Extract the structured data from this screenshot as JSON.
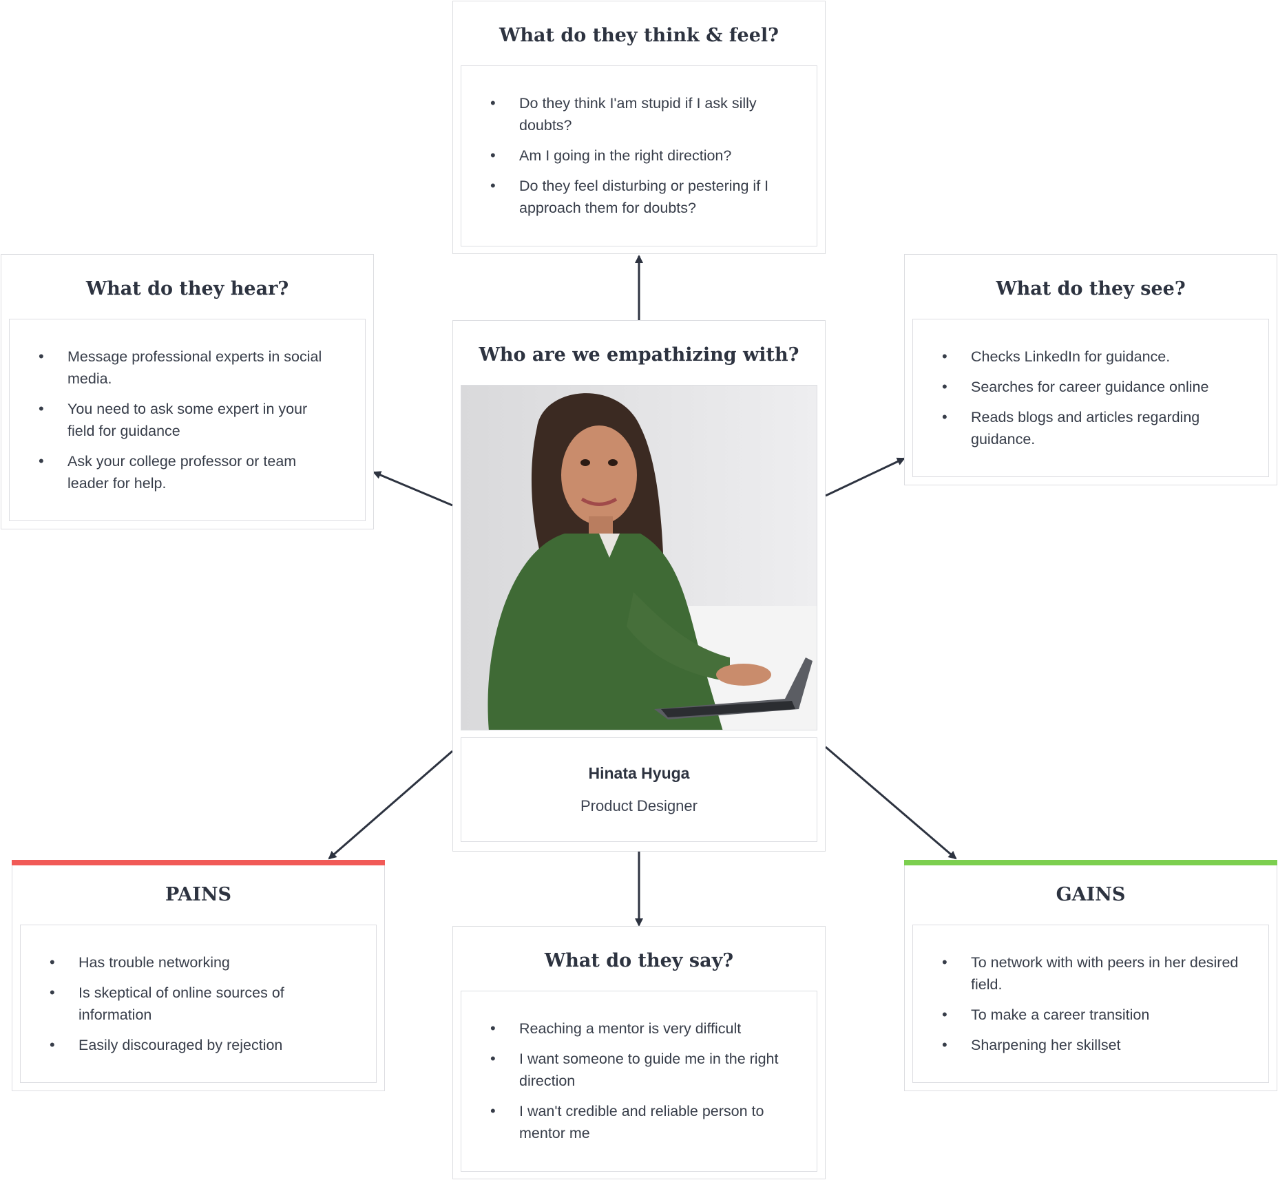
{
  "center": {
    "title": "Who are we empathizing with?",
    "persona_name": "Hinata Hyuga",
    "persona_role": "Product Designer",
    "photo_alt": "portrait-photo"
  },
  "think_feel": {
    "title": "What do they think & feel?",
    "items": [
      "Do they think I'am stupid if I ask silly doubts?",
      "Am I going in the right direction?",
      "Do they feel disturbing or pestering if I approach them for doubts?"
    ]
  },
  "hear": {
    "title": "What do they hear?",
    "items": [
      "Message professional experts in social media.",
      "You need to ask some expert in your field for guidance",
      "Ask your college professor or team leader for help."
    ]
  },
  "see": {
    "title": "What do they see?",
    "items": [
      "Checks LinkedIn for guidance.",
      "Searches for career guidance online",
      "Reads blogs and articles regarding guidance."
    ]
  },
  "say": {
    "title": "What do they say?",
    "items": [
      "Reaching a mentor is very difficult",
      "I want someone to guide me in the right direction",
      "I wan't credible and reliable person to mentor me"
    ]
  },
  "pains": {
    "title": "PAINS",
    "accent": "#f15a57",
    "items": [
      "Has trouble networking",
      "Is skeptical of online sources of information",
      "Easily discouraged by rejection"
    ]
  },
  "gains": {
    "title": "GAINS",
    "accent": "#7ccf4f",
    "items": [
      "To network with with peers in her desired field.",
      "To make a career transition",
      "Sharpening her skillset"
    ]
  },
  "colors": {
    "connector": "#2d3340",
    "border": "#dcdde1",
    "text": "#2d3340"
  }
}
